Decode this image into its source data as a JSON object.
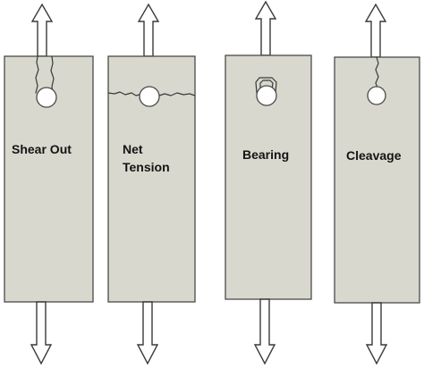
{
  "diagram": {
    "specimens": [
      {
        "mode": "shear-out",
        "label_lines": [
          "Shear Out"
        ]
      },
      {
        "mode": "net-tension",
        "label_lines": [
          "Net",
          "Tension"
        ]
      },
      {
        "mode": "bearing",
        "label_lines": [
          "Bearing"
        ]
      },
      {
        "mode": "cleavage",
        "label_lines": [
          "Cleavage"
        ]
      }
    ],
    "colors": {
      "plate_fill": "#d8d8ce",
      "outline": "#4a4a4a",
      "arrow_fill": "#ffffff",
      "label_text": "#141414"
    },
    "icons": {
      "load_arrow_up": "tension-load-arrow-up-icon",
      "load_arrow_down": "tension-load-arrow-down-icon"
    }
  }
}
